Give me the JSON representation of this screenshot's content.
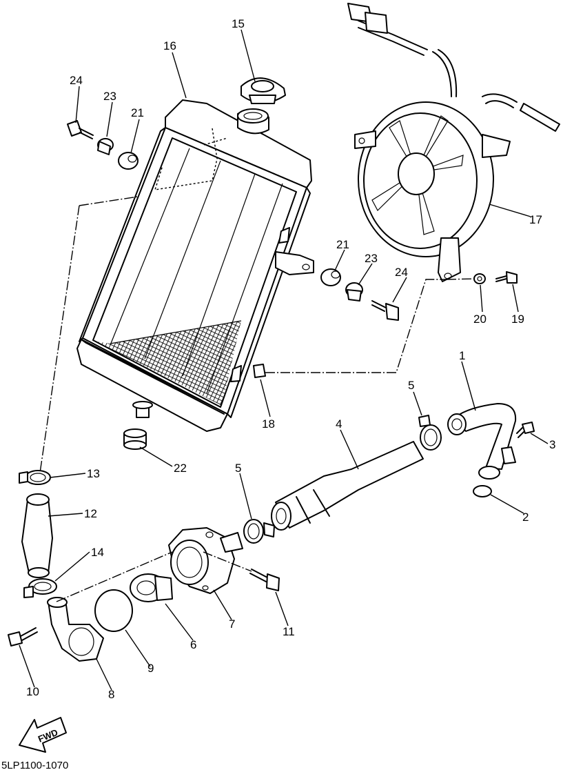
{
  "diagram": {
    "code": "5LP1100-1070",
    "fwd_label": "FWD",
    "callouts": {
      "c1": "1",
      "c2": "2",
      "c3": "3",
      "c4": "4",
      "c5a": "5",
      "c5b": "5",
      "c6": "6",
      "c7": "7",
      "c8": "8",
      "c9": "9",
      "c10": "10",
      "c11": "11",
      "c12": "12",
      "c13": "13",
      "c14": "14",
      "c15": "15",
      "c16": "16",
      "c17": "17",
      "c18": "18",
      "c19": "19",
      "c20": "20",
      "c21a": "21",
      "c21b": "21",
      "c22": "22",
      "c23a": "23",
      "c23b": "23",
      "c24a": "24",
      "c24b": "24"
    }
  }
}
